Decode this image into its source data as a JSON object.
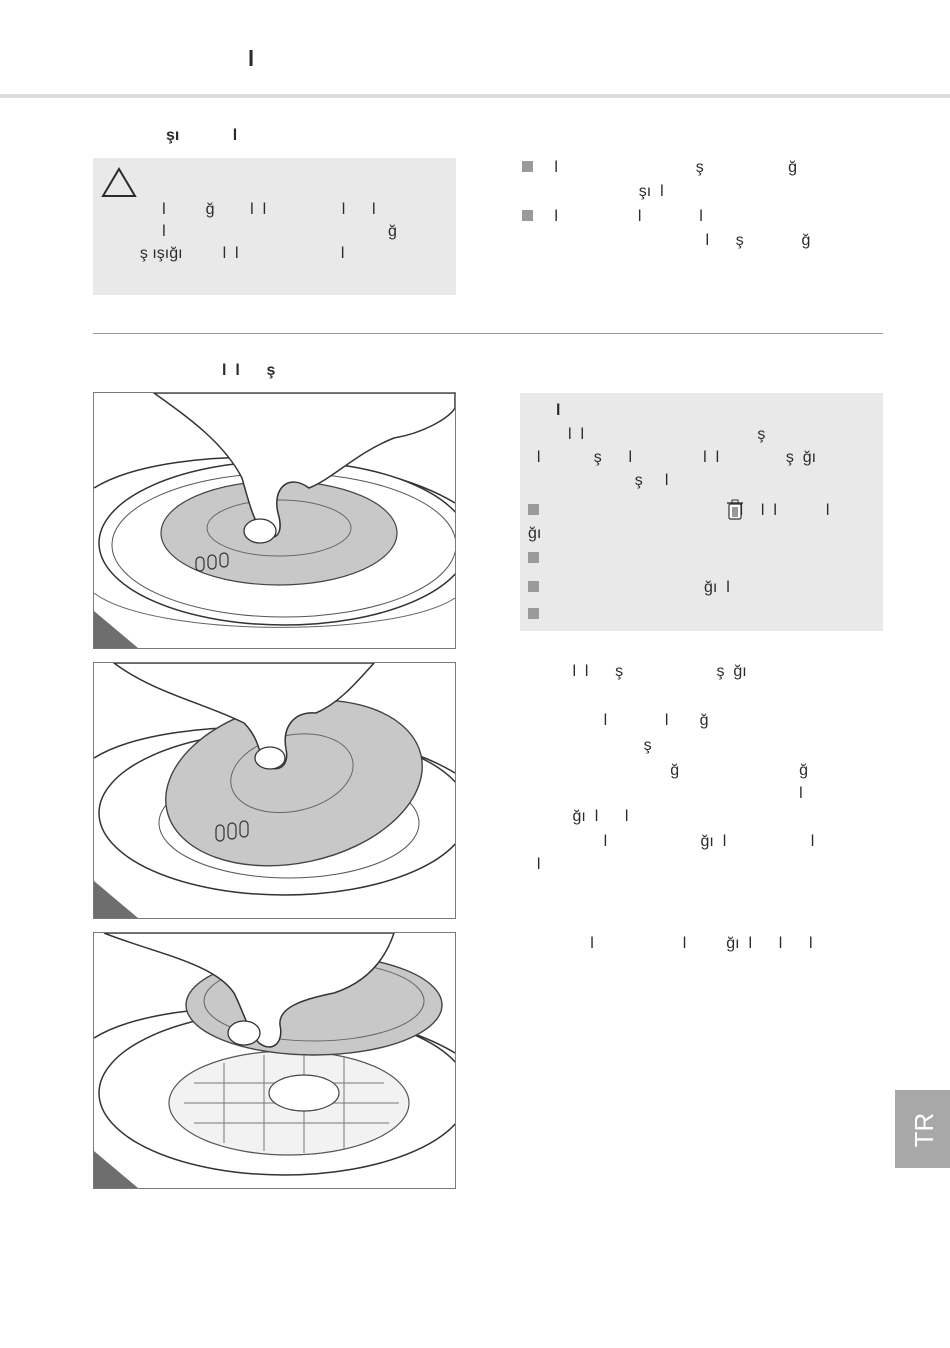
{
  "header": {
    "title": "l"
  },
  "section1": {
    "heading": "şı            l",
    "warning": {
      "lines": [
        "       l         ğ        l  l                 l      l",
        "       l                                                  ğ",
        "  ş ışığı         l  l                       l"
      ]
    },
    "bullets": [
      {
        "lines": [
          "   l                               ş                   ğ",
          "                      şı  l"
        ]
      },
      {
        "lines": [
          "   l                  l             l",
          "                                     l      ş             ğ"
        ]
      }
    ]
  },
  "section2": {
    "heading": "l  l      ş",
    "infobox": {
      "title": "l",
      "intro": [
        "         l  l                                       ş",
        "  l            ş      l                l  l               ş  ğı",
        "                        ş     l"
      ],
      "items": [
        {
          "lines": [
            "                                            l    l  l           l",
            "ğı"
          ]
        },
        {
          "lines": [
            ""
          ]
        },
        {
          "lines": [
            "                                    ğı  l"
          ]
        },
        {
          "lines": [
            ""
          ]
        }
      ]
    },
    "paragraphs": [
      {
        "lines": [
          "          l  l      ş                     ş  ğı"
        ]
      },
      {
        "lines": [
          "                 l             l       ğ",
          "                          ş",
          "                                ğ                           ğ",
          "                                                             l",
          "          ğı  l      l",
          "                 l                     ğı  l                   l",
          "  l"
        ]
      },
      {
        "lines": [
          "              l                    l         ğı  l      l      l"
        ]
      }
    ]
  },
  "sidebar": {
    "lang": "TR"
  },
  "colors": {
    "rule": "#dcdcdc",
    "box": "#e9e9e9",
    "square": "#9a9a9a",
    "tab": "#a8a8a8",
    "disc": "#c8c8c8"
  }
}
